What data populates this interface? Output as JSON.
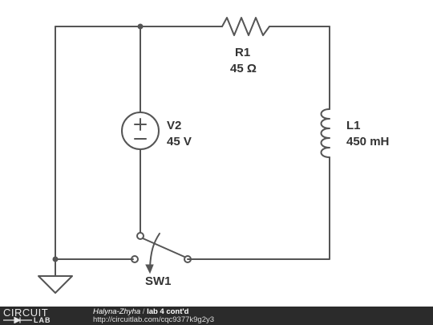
{
  "schematic": {
    "resistor": {
      "name": "R1",
      "value": "45 Ω"
    },
    "source": {
      "name": "V2",
      "value": "45 V"
    },
    "inductor": {
      "name": "L1",
      "value": "450 mH"
    },
    "switch": {
      "name": "SW1"
    }
  },
  "footer": {
    "logo_top": "CIRCUIT",
    "logo_bottom": "LAB",
    "author": "Halyna-Zhyha",
    "separator": " / ",
    "title": "lab 4 cont'd",
    "url": "http://circuitlab.com/cqc9377k9g2y3"
  },
  "colors": {
    "wire": "#555555",
    "footer_background": "#2b2b2b"
  }
}
